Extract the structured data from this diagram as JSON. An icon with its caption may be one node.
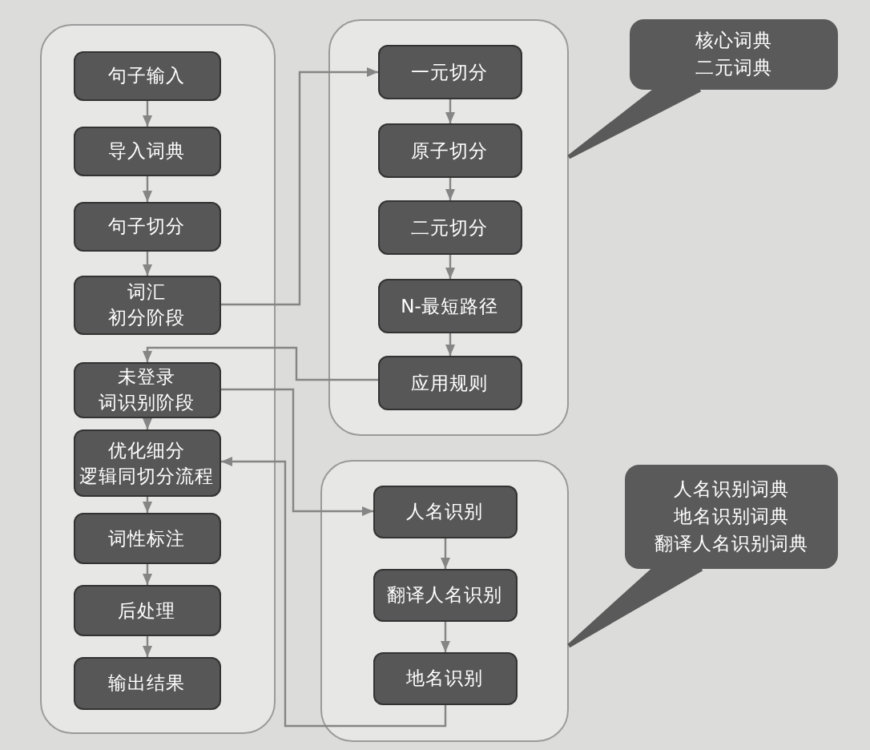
{
  "diagram": {
    "nodes": [
      {
        "text": [],
        "shape": "box"
      },
      {
        "text": [
          "句子输入"
        ],
        "in": 0
      },
      {
        "text": [
          "导入词典"
        ],
        "in": 0
      },
      {
        "text": [
          "句子切分"
        ],
        "in": 0
      },
      {
        "text": [
          "词汇初分阶段"
        ],
        "in": 0
      },
      {
        "text": [
          "未登录词识别阶段"
        ],
        "in": 0
      },
      {
        "text": [
          "优化细分逻辑同切分流程"
        ],
        "in": 0
      },
      {
        "text": [
          "词性标注"
        ],
        "in": 0
      },
      {
        "text": [
          "后处理"
        ],
        "in": 0
      },
      {
        "text": [
          "输出结果"
        ],
        "in": 0
      },
      {
        "text": [],
        "shape": "box"
      },
      {
        "text": [
          "一元切分"
        ],
        "in": 10
      },
      {
        "text": [
          "原子切分"
        ],
        "in": 10
      },
      {
        "text": [
          "二元切分"
        ],
        "in": 10
      },
      {
        "text": [
          "N-最短路径"
        ],
        "in": 10
      },
      {
        "text": [
          "应用规则"
        ],
        "in": 10
      },
      {
        "text": [
          "核心词典",
          "二元词典"
        ]
      },
      {
        "text": [],
        "shape": "box"
      },
      {
        "text": [
          "人名识别"
        ],
        "in": 17
      },
      {
        "text": [
          "翻译人名识别"
        ],
        "in": 17
      },
      {
        "text": [
          "地名识别"
        ],
        "in": 17
      },
      {
        "text": [
          "人名识别词典",
          "地名识别词典",
          "翻译人名识别词典"
        ]
      }
    ],
    "edges": [
      {
        "from": 1,
        "to": 2,
        "arrow": "to"
      },
      {
        "from": 2,
        "to": 3,
        "arrow": "to"
      },
      {
        "from": 3,
        "to": 4,
        "arrow": "to"
      },
      {
        "from": 5,
        "to": 6,
        "arrow": "to"
      },
      {
        "from": 6,
        "to": 7,
        "arrow": "to"
      },
      {
        "from": 7,
        "to": 8,
        "arrow": "to"
      },
      {
        "from": 8,
        "to": 9,
        "arrow": "to"
      },
      {
        "from": 11,
        "to": 12,
        "arrow": "to"
      },
      {
        "from": 12,
        "to": 13,
        "arrow": "to"
      },
      {
        "from": 13,
        "to": 14,
        "arrow": "to"
      },
      {
        "from": 14,
        "to": 15,
        "arrow": "to"
      },
      {
        "from": 18,
        "to": 19,
        "arrow": "to"
      },
      {
        "from": 19,
        "to": 20,
        "arrow": "to"
      },
      {
        "from": 4,
        "to": 11,
        "arrow": "to"
      },
      {
        "from": 15,
        "to": 5,
        "arrow": "to"
      },
      {
        "from": 5,
        "to": 18,
        "arrow": "to"
      },
      {
        "from": 20,
        "to": 6,
        "arrow": "to"
      },
      {
        "from": 16,
        "to": 10,
        "arrow": "none"
      },
      {
        "from": 21,
        "to": 17,
        "arrow": "none"
      }
    ]
  }
}
